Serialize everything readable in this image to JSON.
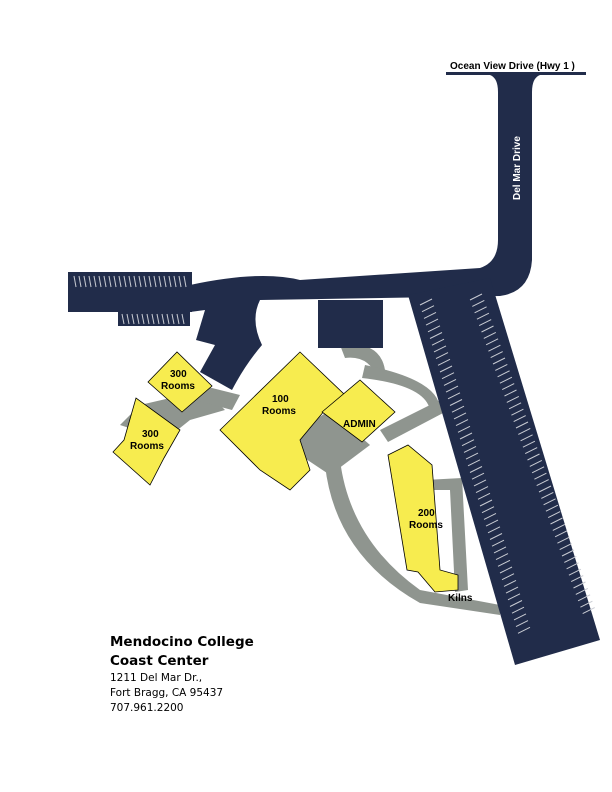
{
  "roads": {
    "ocean_view": "Ocean View Drive (Hwy 1 )",
    "del_mar": "Del Mar Drive"
  },
  "buildings": {
    "rooms_300_upper": [
      "300",
      "Rooms"
    ],
    "rooms_300_lower": [
      "300",
      "Rooms"
    ],
    "rooms_100": [
      "100",
      "Rooms"
    ],
    "admin": "ADMIN",
    "rooms_200": [
      "200",
      "Rooms"
    ],
    "kilns": "Kilns"
  },
  "info": {
    "name1": "Mendocino College",
    "name2": "Coast Center",
    "address1": "1211 Del Mar Dr.,",
    "address2": "Fort Bragg, CA 95437",
    "phone": "707.961.2200"
  },
  "colors": {
    "road": "#212c4a",
    "building": "#f7ec4f",
    "walkway": "#8f958f"
  }
}
